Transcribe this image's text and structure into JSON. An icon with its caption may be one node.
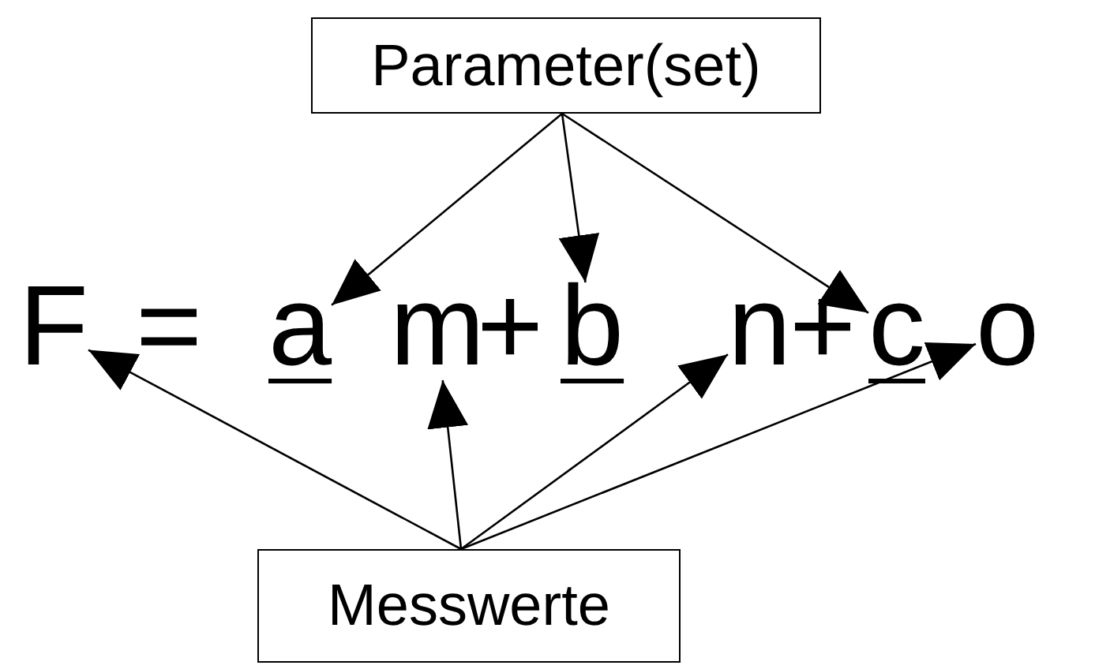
{
  "diagram": {
    "nodes": [
      {
        "text": [
          "Parameter(set)"
        ]
      },
      {
        "text": [
          "F"
        ]
      },
      {
        "text": [
          "a"
        ]
      },
      {
        "text": [
          "m"
        ]
      },
      {
        "text": [
          "b"
        ]
      },
      {
        "text": [
          "n"
        ]
      },
      {
        "text": [
          "c"
        ]
      },
      {
        "text": [
          "o"
        ]
      },
      {
        "text": [
          "Messwerte"
        ]
      }
    ],
    "edges": [
      {
        "from": 0,
        "to": 2,
        "arrow": "to"
      },
      {
        "from": 0,
        "to": 4,
        "arrow": "to"
      },
      {
        "from": 0,
        "to": 6,
        "arrow": "to"
      },
      {
        "from": 8,
        "to": 1,
        "arrow": "to"
      },
      {
        "from": 8,
        "to": 3,
        "arrow": "to"
      },
      {
        "from": 8,
        "to": 5,
        "arrow": "to"
      },
      {
        "from": 8,
        "to": 7,
        "arrow": "to"
      }
    ],
    "labels": [
      "=",
      "+",
      "+"
    ]
  }
}
